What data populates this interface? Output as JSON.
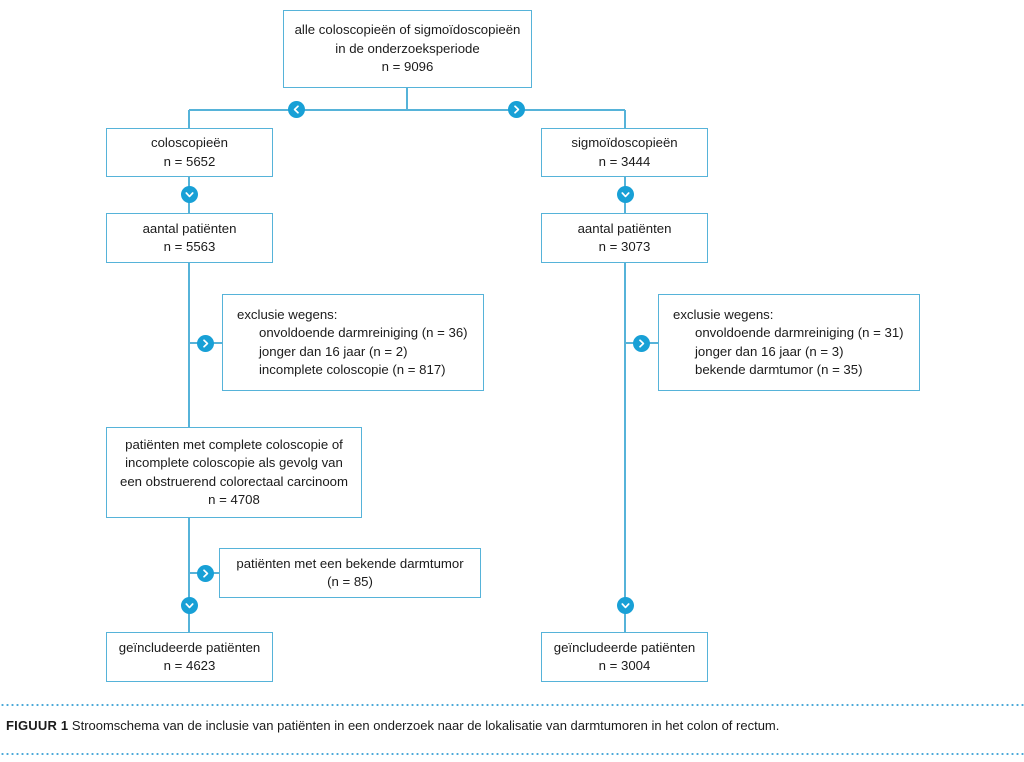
{
  "figure": {
    "label": "FIGUUR 1",
    "caption": "Stroomschema van de inclusie van patiënten in een onderzoek naar de lokalisatie van darmtumoren in het colon of rectum."
  },
  "colors": {
    "box_border": "#56b3d9",
    "wire": "#56b3d9",
    "connector_fill": "#18a0d6",
    "connector_glyph": "#ffffff",
    "rule": "#4aa8d8",
    "text": "#1b1b1b",
    "background": "#ffffff"
  },
  "nodes": {
    "total": {
      "lines": [
        "alle coloscopieën of sigmoïdoscopieën",
        "in de onderzoeksperiode",
        "n = 9096"
      ]
    },
    "colonoscopies": {
      "lines": [
        "coloscopieën",
        "n = 5652"
      ]
    },
    "sigmoidoscopies": {
      "lines": [
        "sigmoïdoscopieën",
        "n = 3444"
      ]
    },
    "patients_left": {
      "lines": [
        "aantal patiënten",
        "n = 5563"
      ]
    },
    "patients_right": {
      "lines": [
        "aantal patiënten",
        "n = 3073"
      ]
    },
    "exclusion_left": {
      "heading": "exclusie wegens:",
      "items": [
        "onvoldoende darmreiniging (n = 36)",
        "jonger dan 16 jaar (n = 2)",
        "incomplete coloscopie (n = 817)"
      ]
    },
    "exclusion_right": {
      "heading": "exclusie wegens:",
      "items": [
        "onvoldoende darmreiniging (n = 31)",
        "jonger dan 16 jaar (n = 3)",
        "bekende darmtumor (n = 35)"
      ]
    },
    "complete_colonoscopy": {
      "lines": [
        "patiënten met complete coloscopie of",
        "incomplete coloscopie als gevolg van",
        "een obstruerend colorectaal carcinoom",
        "n = 4708"
      ]
    },
    "known_tumor": {
      "lines": [
        "patiënten met een bekende darmtumor",
        "(n = 85)"
      ]
    },
    "included_left": {
      "lines": [
        "geïncludeerde patiënten",
        "n = 4623"
      ]
    },
    "included_right": {
      "lines": [
        "geïncludeerde patiënten",
        "n = 3004"
      ]
    }
  },
  "connectors": [
    {
      "name": "split-left",
      "glyph": "chevron-left"
    },
    {
      "name": "split-right",
      "glyph": "chevron-right"
    },
    {
      "name": "colonoscopies-to-patients",
      "glyph": "chevron-down"
    },
    {
      "name": "sigmoidoscopies-to-patients",
      "glyph": "chevron-down"
    },
    {
      "name": "exclusion-left-branch",
      "glyph": "chevron-right"
    },
    {
      "name": "exclusion-right-branch",
      "glyph": "chevron-right"
    },
    {
      "name": "known-tumor-branch",
      "glyph": "chevron-right"
    },
    {
      "name": "included-left-arrow",
      "glyph": "chevron-down"
    },
    {
      "name": "included-right-arrow",
      "glyph": "chevron-down"
    }
  ]
}
